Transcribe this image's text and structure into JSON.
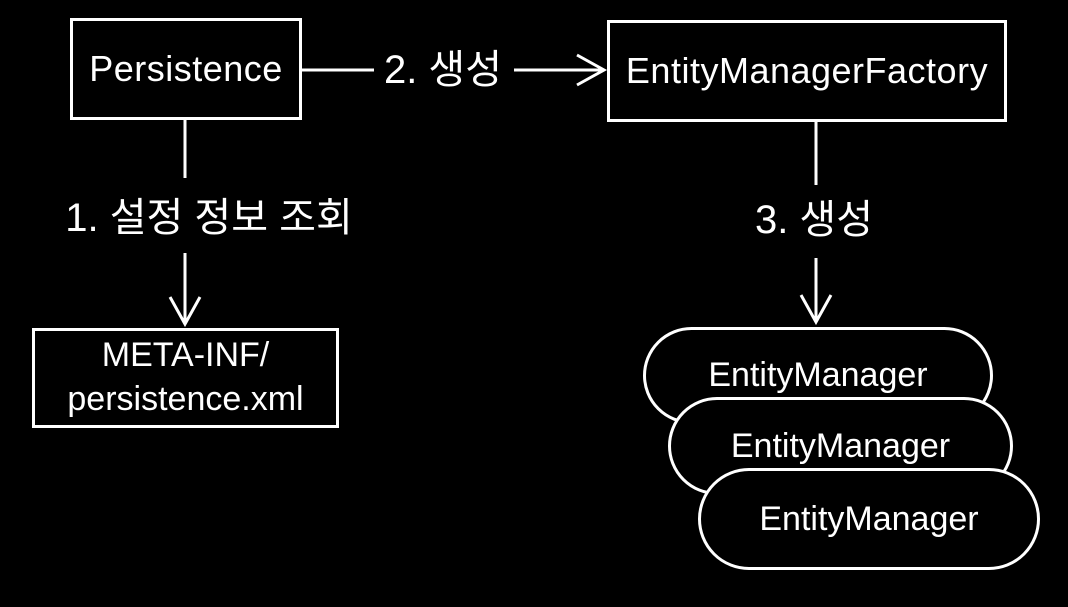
{
  "canvas": {
    "background_color": "#000000",
    "stroke_color": "#ffffff"
  },
  "nodes": {
    "persistence": {
      "label": "Persistence"
    },
    "entity_manager_factory": {
      "label": "EntityManagerFactory"
    },
    "persistence_xml": {
      "line1": "META-INF/",
      "line2": "persistence.xml"
    },
    "entity_managers": [
      {
        "label": "EntityManager"
      },
      {
        "label": "EntityManager"
      },
      {
        "label": "EntityManager"
      }
    ]
  },
  "edges": {
    "step1": {
      "label": "1. 설정 정보 조회"
    },
    "step2": {
      "label": "2. 생성"
    },
    "step3": {
      "label": "3. 생성"
    }
  }
}
